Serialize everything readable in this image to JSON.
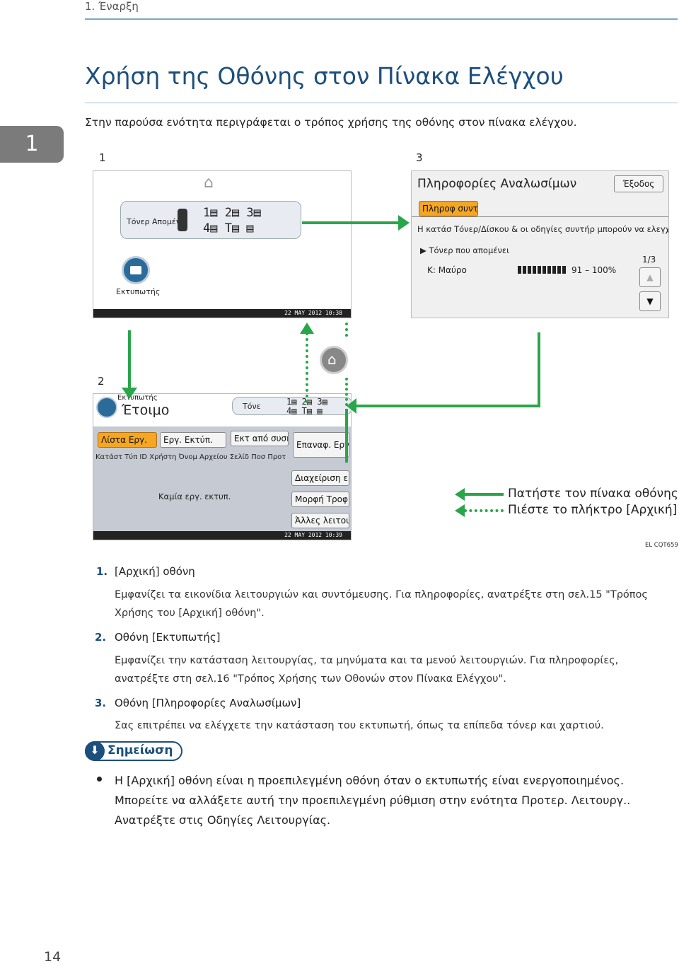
{
  "header": {
    "running_head": "1. Έναρξη",
    "chapter_tab": "1"
  },
  "title": "Χρήση της Οθόνης στον Πίνακα Ελέγχου",
  "intro": "Στην παρούσα ενότητα περιγράφεται ο τρόπος χρήσης της οθόνης στον πίνακα ελέγχου.",
  "figure": {
    "label_1": "1",
    "label_2": "2",
    "label_3": "3",
    "figure_code": "EL CQT659",
    "legend_solid": "Πατήστε τον πίνακα οθόνης",
    "legend_dotted": "Πιέστε το πλήκτρο [Αρχική]",
    "home_screen": {
      "toner_label": "Τόνερ Απομέν",
      "tray_top": "1▤ 2▤ 3▤",
      "tray_bottom": "4▤ T▤  ▤",
      "printer_label": "Εκτυπωτής",
      "status_time": "22 MAY  2012 10:38"
    },
    "printer_screen": {
      "printer_label": "Εκτυπωτής",
      "status": "Έτοιμο",
      "toner_button": "Τόνε",
      "tray_top": "1▤ 2▤ 3▤",
      "tray_bottom": "4▤ T▤  ▤",
      "tabs": [
        "Λίστα Εργ.",
        "Εργ. Εκτύπ.",
        "Εκτ από συσκ"
      ],
      "columns": "Κατάστ Τύπ ID Χρήστη Όνομ Αρχείου Σελίδ Ποσ Προτ",
      "empty_message": "Καμία εργ. εκτυπ.",
      "side_buttons": [
        "Επαναφ. Εργ.",
        "Διαχείριση εργ",
        "Μορφή Τροφ",
        "Άλλες λειτουρ"
      ],
      "status_time": "22 MAY  2012 10:39"
    },
    "supplies_screen": {
      "title": "Πληροφορίες Αναλωσίμων",
      "exit_button": "Έξοδος",
      "tab": "Πληροφ συντήρ",
      "message": "Η κατάσ Τόνερ/Δίσκου & οι οδηγίες συντήρ μπορούν να ελεγχθούν.",
      "toner_header": "▶ Τόνερ που απομένει",
      "toner_color": "Κ: Μαύρο",
      "toner_level": "91 – 100%",
      "page_indicator": "1/3",
      "up_arrow": "▲",
      "down_arrow": "▼"
    }
  },
  "items": [
    {
      "num": "1.",
      "head": "[Αρχική] οθόνη",
      "body": "Εμφανίζει τα εικονίδια λειτουργιών και συντόμευσης. Για πληροφορίες, ανατρέξτε στη σελ.15 \"Τρόπος Χρήσης του [Αρχική] οθόνη\"."
    },
    {
      "num": "2.",
      "head": "Οθόνη [Εκτυπωτής]",
      "body": "Εμφανίζει την κατάσταση λειτουργίας, τα μηνύματα και τα μενού λειτουργιών. Για πληροφορίες, ανατρέξτε στη σελ.16 \"Τρόπος Χρήσης των Οθονών στον Πίνακα Ελέγχου\"."
    },
    {
      "num": "3.",
      "head": "Οθόνη [Πληροφορίες Αναλωσίμων]",
      "body": "Σας επιτρέπει να ελέγχετε την κατάσταση του εκτυπωτή, όπως τα επίπεδα τόνερ και χαρτιού."
    }
  ],
  "note": {
    "label": "Σημείωση",
    "bullet": "Η [Αρχική] οθόνη είναι η προεπιλεγμένη οθόνη όταν ο εκτυπωτής είναι ενεργοποιημένος. Μπορείτε να αλλάξετε αυτή την προεπιλεγμένη ρύθμιση στην ενότητα Προτερ. Λειτουργ.. Ανατρέξτε στις Οδηγίες Λειτουργίας."
  },
  "footer": {
    "page_number": "14"
  },
  "colors": {
    "accent": "#1c4f7c",
    "arrow": "#2aa64a",
    "tab_orange": "#f5a623"
  }
}
